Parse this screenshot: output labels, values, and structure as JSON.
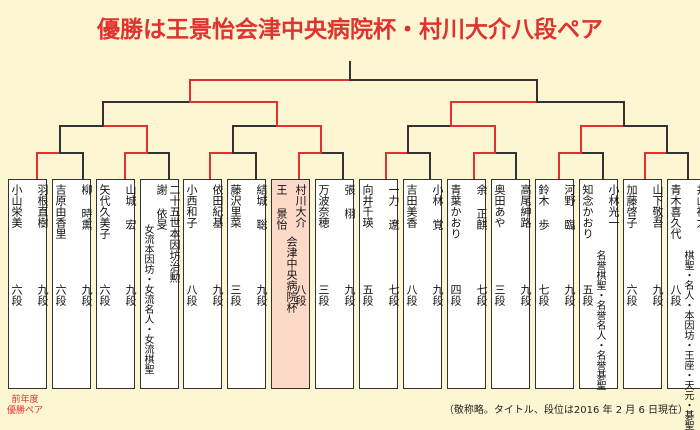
{
  "title": "優勝は王景怡会津中央病院杯・村川大介八段ペア",
  "note": "（敬称略。タイトル、段位は2016 年 2 月 6 日現在）",
  "prev_champ": [
    "前年度",
    "優勝ペア"
  ],
  "colors": {
    "winner_line": "#e0322f",
    "line": "#333333",
    "title": "#e0322f",
    "champ_box": "#fdd9c8"
  },
  "pairs": [
    {
      "prev_champion": true,
      "players": [
        {
          "name": "羽根直樹",
          "rank": "九段"
        },
        {
          "name": "小山栄美",
          "rank": "六段"
        }
      ]
    },
    {
      "players": [
        {
          "name": "柳 時熏",
          "rank": "九段"
        },
        {
          "name": "吉原由香里",
          "rank": "六段"
        }
      ]
    },
    {
      "players": [
        {
          "name": "山城 宏",
          "rank": "九段"
        },
        {
          "name": "矢代久美子",
          "rank": "六段"
        }
      ]
    },
    {
      "players": [
        {
          "name": "二十五世本因坊治勲"
        },
        {
          "name": "謝 依旻",
          "title": "女流本因坊・女流名人・女流棋聖"
        }
      ]
    },
    {
      "players": [
        {
          "name": "依田紀基",
          "rank": "九段"
        },
        {
          "name": "小西和子",
          "rank": "八段"
        }
      ]
    },
    {
      "players": [
        {
          "name": "結城 聡",
          "rank": "九段"
        },
        {
          "name": "藤沢里菜",
          "rank": "三段"
        }
      ]
    },
    {
      "champion": true,
      "players": [
        {
          "name": "村川大介",
          "rank": "八段"
        },
        {
          "name": "王 景怡",
          "rank": "会津中央病院杯"
        }
      ]
    },
    {
      "players": [
        {
          "name": "張 栩",
          "rank": "九段"
        },
        {
          "name": "万波奈穂",
          "rank": "三段"
        }
      ]
    },
    {
      "players": [
        {
          "name": "一力 遼",
          "rank": "七段"
        },
        {
          "name": "向井千瑛",
          "rank": "五段"
        }
      ]
    },
    {
      "players": [
        {
          "name": "小林 覚",
          "rank": "九段"
        },
        {
          "name": "吉田美香",
          "rank": "八段"
        }
      ]
    },
    {
      "players": [
        {
          "name": "余 正麒",
          "rank": "七段"
        },
        {
          "name": "青葉かおり",
          "rank": "四段"
        }
      ]
    },
    {
      "players": [
        {
          "name": "高尾紳路",
          "rank": "九段"
        },
        {
          "name": "奥田あや",
          "rank": "三段"
        }
      ]
    },
    {
      "players": [
        {
          "name": "河野 臨",
          "rank": "九段"
        },
        {
          "name": "鈴木 歩",
          "rank": "七段"
        }
      ]
    },
    {
      "players": [
        {
          "name": "小林光一",
          "title": "名誉棋聖・名誉名人・名誉碁聖"
        },
        {
          "name": "知念かおり",
          "rank": "五段"
        }
      ]
    },
    {
      "players": [
        {
          "name": "山下敬吾",
          "rank": "九段"
        },
        {
          "name": "加藤啓子",
          "rank": "六段"
        }
      ]
    },
    {
      "players": [
        {
          "name": "井山裕太",
          "title": "棋聖・名人・本因坊・王座・天元・碁聖"
        },
        {
          "name": "青木喜久代",
          "rank": "八段"
        }
      ]
    }
  ]
}
